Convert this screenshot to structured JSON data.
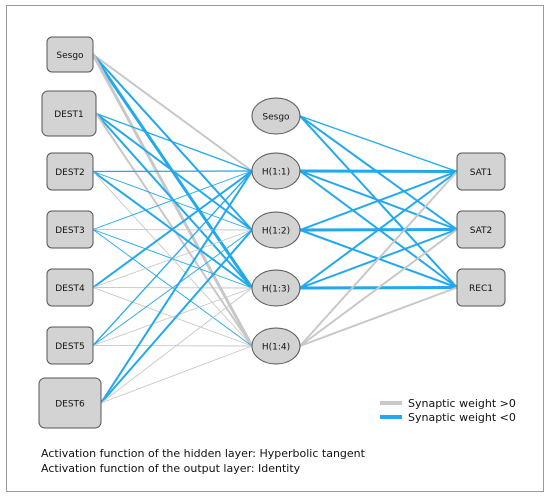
{
  "colors": {
    "positive_weight": "#c8c8c8",
    "negative_weight": "#22a8ec",
    "node_fill": "#d3d3d3",
    "node_stroke": "#555555",
    "frame_border": "#9a9a9a"
  },
  "network": {
    "input_layer": [
      {
        "id": "in0",
        "label": "Sesgo",
        "shape": "rect"
      },
      {
        "id": "in1",
        "label": "DEST1",
        "shape": "rect"
      },
      {
        "id": "in2",
        "label": "DEST2",
        "shape": "rect"
      },
      {
        "id": "in3",
        "label": "DEST3",
        "shape": "rect"
      },
      {
        "id": "in4",
        "label": "DEST4",
        "shape": "rect"
      },
      {
        "id": "in5",
        "label": "DEST5",
        "shape": "rect"
      },
      {
        "id": "in6",
        "label": "DEST6",
        "shape": "rect"
      }
    ],
    "hidden_layer": [
      {
        "id": "h0",
        "label": "Sesgo",
        "shape": "ellipse"
      },
      {
        "id": "h1",
        "label": "H(1:1)",
        "shape": "ellipse"
      },
      {
        "id": "h2",
        "label": "H(1:2)",
        "shape": "ellipse"
      },
      {
        "id": "h3",
        "label": "H(1:3)",
        "shape": "ellipse"
      },
      {
        "id": "h4",
        "label": "H(1:4)",
        "shape": "ellipse"
      }
    ],
    "output_layer": [
      {
        "id": "o1",
        "label": "SAT1",
        "shape": "rect"
      },
      {
        "id": "o2",
        "label": "SAT2",
        "shape": "rect"
      },
      {
        "id": "o3",
        "label": "REC1",
        "shape": "rect"
      }
    ],
    "connections": [
      {
        "from": "in0",
        "to": "h1",
        "sign": "positive",
        "strength": "medium"
      },
      {
        "from": "in0",
        "to": "h2",
        "sign": "negative",
        "strength": "medium"
      },
      {
        "from": "in0",
        "to": "h3",
        "sign": "negative",
        "strength": "strong"
      },
      {
        "from": "in0",
        "to": "h4",
        "sign": "positive",
        "strength": "strong"
      },
      {
        "from": "in1",
        "to": "h1",
        "sign": "negative",
        "strength": "weak"
      },
      {
        "from": "in1",
        "to": "h2",
        "sign": "negative",
        "strength": "medium"
      },
      {
        "from": "in1",
        "to": "h3",
        "sign": "negative",
        "strength": "medium"
      },
      {
        "from": "in1",
        "to": "h4",
        "sign": "positive",
        "strength": "medium"
      },
      {
        "from": "in2",
        "to": "h1",
        "sign": "negative",
        "strength": "weak"
      },
      {
        "from": "in2",
        "to": "h2",
        "sign": "negative",
        "strength": "thin"
      },
      {
        "from": "in2",
        "to": "h3",
        "sign": "negative",
        "strength": "medium"
      },
      {
        "from": "in2",
        "to": "h4",
        "sign": "positive",
        "strength": "thin"
      },
      {
        "from": "in3",
        "to": "h1",
        "sign": "negative",
        "strength": "thin"
      },
      {
        "from": "in3",
        "to": "h2",
        "sign": "positive",
        "strength": "thin"
      },
      {
        "from": "in3",
        "to": "h3",
        "sign": "negative",
        "strength": "thin"
      },
      {
        "from": "in3",
        "to": "h4",
        "sign": "negative",
        "strength": "thin"
      },
      {
        "from": "in4",
        "to": "h1",
        "sign": "negative",
        "strength": "medium"
      },
      {
        "from": "in4",
        "to": "h2",
        "sign": "positive",
        "strength": "thin"
      },
      {
        "from": "in4",
        "to": "h3",
        "sign": "positive",
        "strength": "thin"
      },
      {
        "from": "in4",
        "to": "h4",
        "sign": "positive",
        "strength": "thin"
      },
      {
        "from": "in5",
        "to": "h1",
        "sign": "negative",
        "strength": "weak"
      },
      {
        "from": "in5",
        "to": "h2",
        "sign": "negative",
        "strength": "thin"
      },
      {
        "from": "in5",
        "to": "h3",
        "sign": "positive",
        "strength": "thin"
      },
      {
        "from": "in5",
        "to": "h4",
        "sign": "positive",
        "strength": "thin"
      },
      {
        "from": "in6",
        "to": "h1",
        "sign": "negative",
        "strength": "medium"
      },
      {
        "from": "in6",
        "to": "h2",
        "sign": "negative",
        "strength": "medium"
      },
      {
        "from": "in6",
        "to": "h3",
        "sign": "positive",
        "strength": "thin"
      },
      {
        "from": "in6",
        "to": "h4",
        "sign": "positive",
        "strength": "thin"
      },
      {
        "from": "h0",
        "to": "o1",
        "sign": "negative",
        "strength": "weak"
      },
      {
        "from": "h0",
        "to": "o2",
        "sign": "negative",
        "strength": "medium"
      },
      {
        "from": "h0",
        "to": "o3",
        "sign": "negative",
        "strength": "medium"
      },
      {
        "from": "h1",
        "to": "o1",
        "sign": "negative",
        "strength": "strong"
      },
      {
        "from": "h1",
        "to": "o2",
        "sign": "negative",
        "strength": "medium"
      },
      {
        "from": "h1",
        "to": "o3",
        "sign": "negative",
        "strength": "medium"
      },
      {
        "from": "h2",
        "to": "o1",
        "sign": "negative",
        "strength": "medium"
      },
      {
        "from": "h2",
        "to": "o2",
        "sign": "negative",
        "strength": "strong"
      },
      {
        "from": "h2",
        "to": "o3",
        "sign": "negative",
        "strength": "medium"
      },
      {
        "from": "h3",
        "to": "o1",
        "sign": "negative",
        "strength": "medium"
      },
      {
        "from": "h3",
        "to": "o2",
        "sign": "negative",
        "strength": "medium"
      },
      {
        "from": "h3",
        "to": "o3",
        "sign": "negative",
        "strength": "strong"
      },
      {
        "from": "h4",
        "to": "o1",
        "sign": "positive",
        "strength": "medium"
      },
      {
        "from": "h4",
        "to": "o2",
        "sign": "positive",
        "strength": "medium"
      },
      {
        "from": "h4",
        "to": "o3",
        "sign": "positive",
        "strength": "medium"
      }
    ]
  },
  "legend": {
    "positive_label": "Synaptic weight >0",
    "negative_label": "Synaptic weight <0"
  },
  "notes": {
    "hidden_activation": "Activation function of the hidden layer: Hyperbolic tangent",
    "output_activation": "Activation function of the output layer: Identity"
  }
}
